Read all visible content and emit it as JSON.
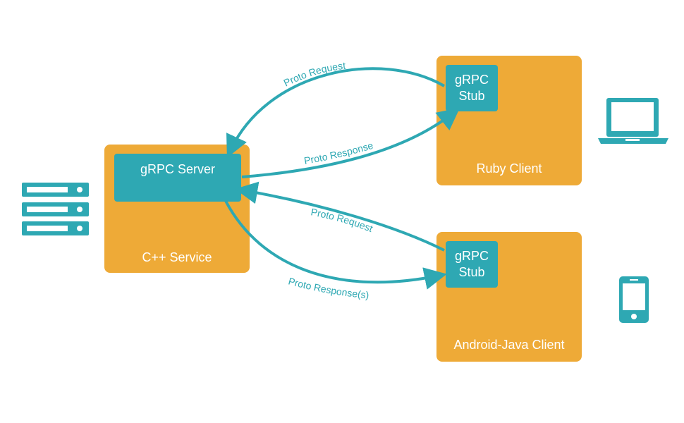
{
  "colors": {
    "box": "#EEAA37",
    "inner": "#2EA8B3",
    "arrow": "#2EA8B3",
    "white": "#FFFFFF"
  },
  "service": {
    "inner_label": "gRPC Server",
    "caption": "C++ Service",
    "icon": "server-rack-icon"
  },
  "ruby_client": {
    "inner_label": "gRPC\nStub",
    "caption": "Ruby Client",
    "icon": "laptop-icon"
  },
  "android_client": {
    "inner_label": "gRPC\nStub",
    "caption": "Android-Java Client",
    "icon": "smartphone-icon"
  },
  "connections": {
    "ruby_request": "Proto Request",
    "ruby_response": "Proto Response",
    "android_request": "Proto Request",
    "android_response": "Proto Response(s)"
  }
}
